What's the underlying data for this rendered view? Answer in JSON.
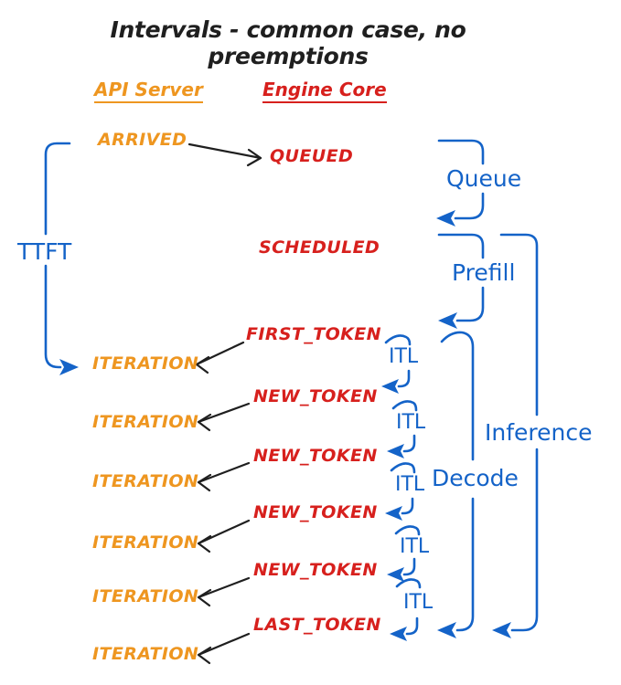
{
  "title": "Intervals - common case, no preemptions",
  "columns": {
    "api_server": "API Server",
    "engine_core": "Engine Core"
  },
  "api_server_events": [
    "ARRIVED",
    "ITERATION",
    "ITERATION",
    "ITERATION",
    "ITERATION",
    "ITERATION",
    "ITERATION"
  ],
  "engine_core_events": [
    "QUEUED",
    "SCHEDULED",
    "FIRST_TOKEN",
    "NEW_TOKEN",
    "NEW_TOKEN",
    "NEW_TOKEN",
    "NEW_TOKEN",
    "LAST_TOKEN"
  ],
  "intervals": {
    "ttft": "TTFT",
    "queue": "Queue",
    "prefill": "Prefill",
    "itl": [
      "ITL",
      "ITL",
      "ITL",
      "ITL",
      "ITL"
    ],
    "decode": "Decode",
    "inference": "Inference"
  },
  "colors": {
    "api_server": "#EE9620",
    "engine_core": "#D7201D",
    "interval_blue": "#1463C8",
    "ink_black": "#1F1F1F",
    "background": "#FFFFFF"
  }
}
